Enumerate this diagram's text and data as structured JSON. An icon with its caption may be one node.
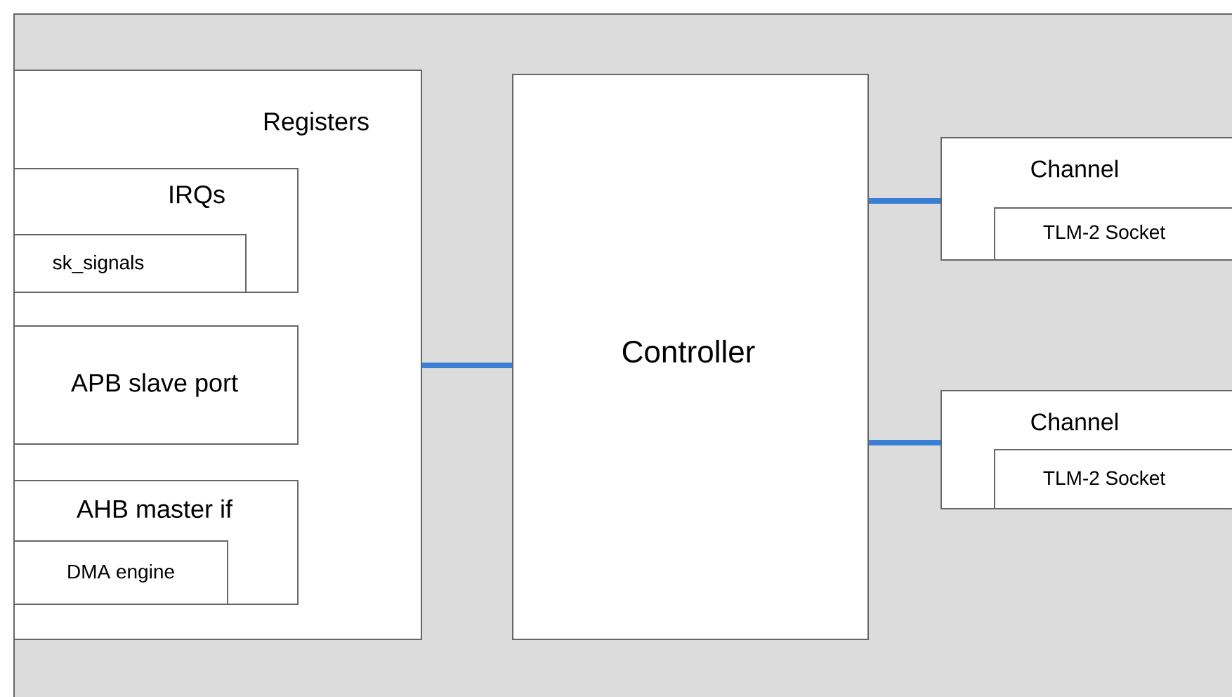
{
  "diagram": {
    "nodes": [
      {
        "text": [],
        "shape": "box"
      },
      {
        "text": [
          "Registers"
        ],
        "in": 0
      },
      {
        "text": [
          "IRQs"
        ],
        "in": 1
      },
      {
        "text": [
          "sk_signals"
        ],
        "in": 2
      },
      {
        "text": [
          "APB slave port"
        ],
        "in": 1
      },
      {
        "text": [
          "AHB master if"
        ],
        "in": 1
      },
      {
        "text": [
          "DMA engine"
        ],
        "in": 5
      },
      {
        "text": [
          "Controller"
        ],
        "in": 0
      },
      {
        "text": [
          "Channel"
        ],
        "in": 0
      },
      {
        "text": [
          "TLM-2 Socket"
        ],
        "in": 8
      },
      {
        "text": [
          "Channel"
        ],
        "in": 0
      },
      {
        "text": [
          "TLM-2 Socket"
        ],
        "in": 10
      }
    ],
    "edges": [
      {
        "from": 1,
        "to": 7,
        "arrow": "none"
      },
      {
        "from": 7,
        "to": 8,
        "arrow": "none"
      },
      {
        "from": 7,
        "to": 10,
        "arrow": "none"
      }
    ]
  }
}
